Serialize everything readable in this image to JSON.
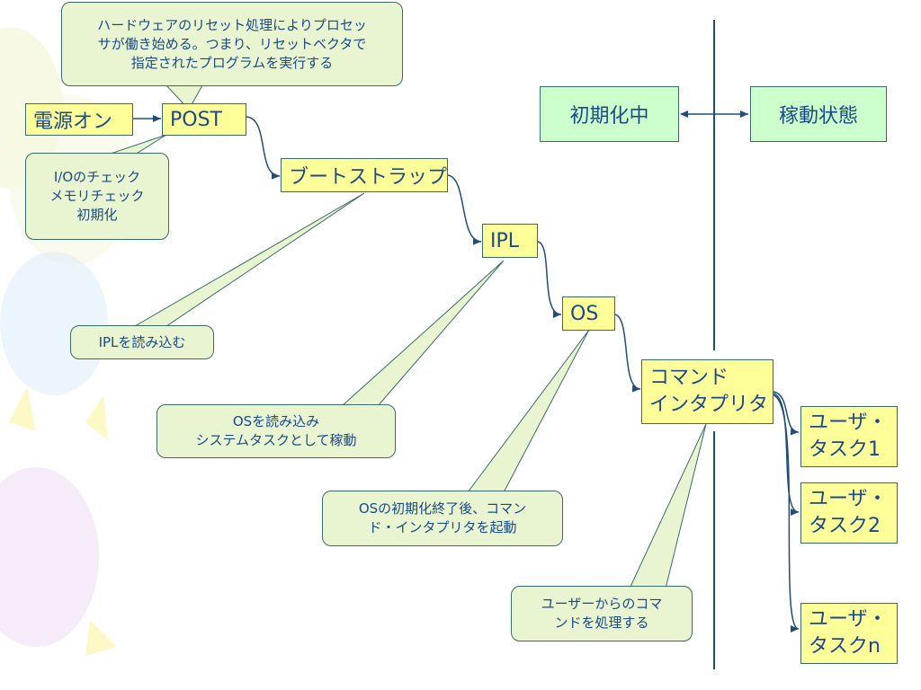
{
  "flow": {
    "power_on": "電源オン",
    "post": "POST",
    "bootstrap": "ブートストラップ",
    "ipl": "IPL",
    "os": "OS",
    "command_interpreter": [
      "コマンド",
      "インタプリタ"
    ],
    "user_task_1": [
      "ユーザ・",
      "タスク1"
    ],
    "user_task_2": [
      "ユーザ・",
      "タスク2"
    ],
    "user_task_n": [
      "ユーザ・",
      "タスクn"
    ]
  },
  "states": {
    "initializing": "初期化中",
    "running": "稼動状態"
  },
  "callouts": {
    "reset": [
      "ハードウェアのリセット処理によりプロセッ",
      "サが働き始める。つまり、リセットベクタで",
      "指定されたプログラムを実行する"
    ],
    "post_checks": [
      "I/Oのチェック",
      "メモリチェック",
      "初期化"
    ],
    "load_ipl": "IPLを読み込む",
    "load_os": [
      "OSを読み込み",
      "システムタスクとして稼動"
    ],
    "start_interpreter": [
      "OSの初期化終了後、コマン",
      "ド・インタプリタを起動"
    ],
    "process_commands": [
      "ユーザーからのコマ",
      "ンドを処理する"
    ]
  },
  "colors": {
    "box_fill": "#ffff99",
    "state_fill": "#ccffcc",
    "callout_fill": "#e8f5d0",
    "text": "#1a4a8a",
    "connector": "#1f4e79"
  }
}
